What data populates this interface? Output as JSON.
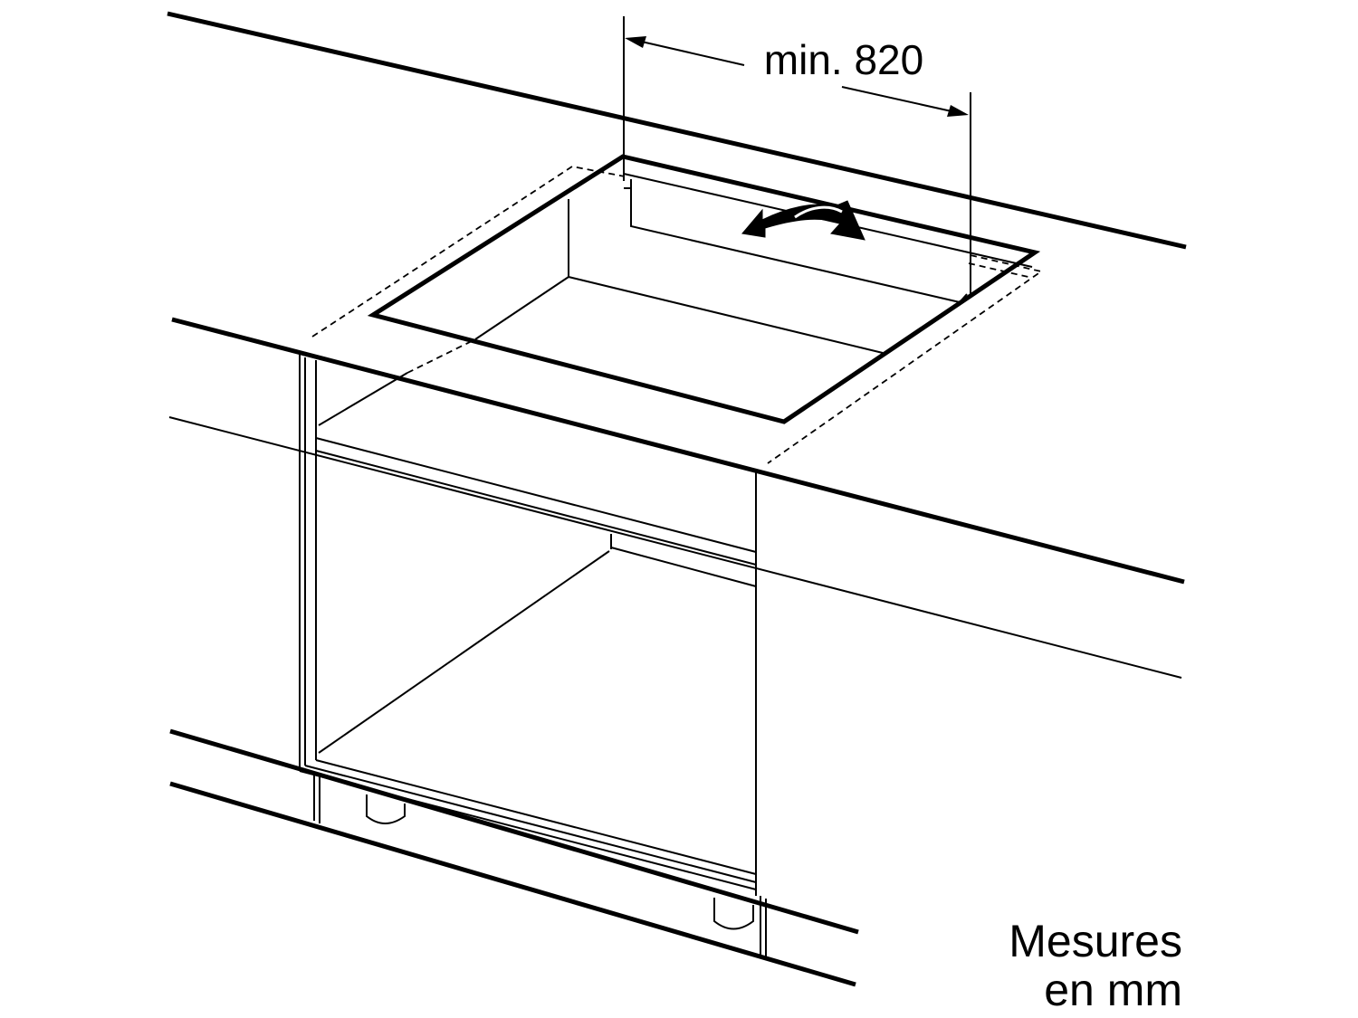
{
  "dimension": {
    "label": "min. 820"
  },
  "units_note": {
    "line1": "Mesures",
    "line2": "en mm"
  },
  "colors": {
    "line": "#000000",
    "background": "#ffffff"
  },
  "icons": {
    "insertion_arrow": "curved-double-arrow-icon"
  }
}
